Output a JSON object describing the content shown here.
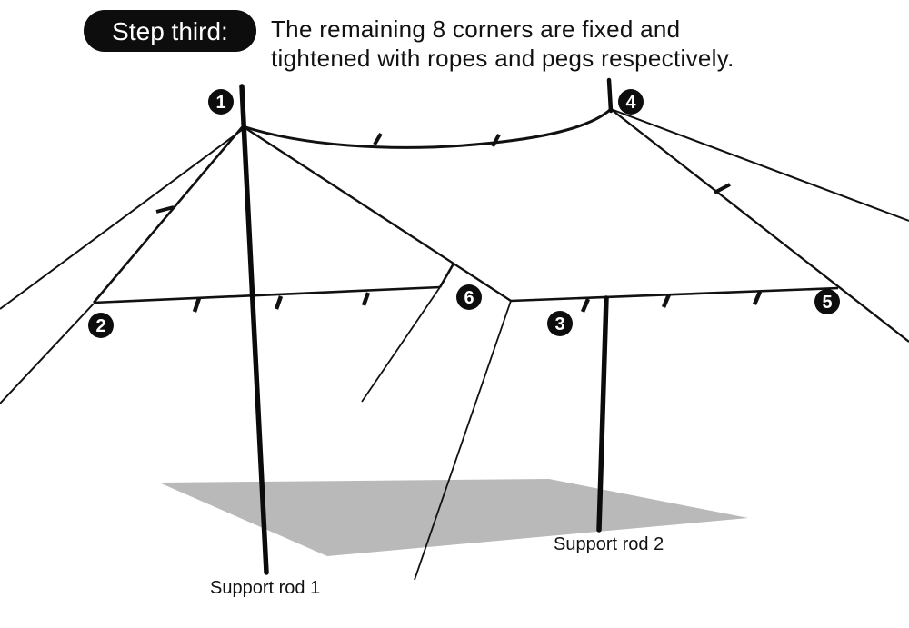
{
  "header": {
    "step_label": "Step third:",
    "description_line1": "The remaining 8 corners are fixed and",
    "description_line2": "tightened with ropes and pegs respectively."
  },
  "diagram": {
    "markers": [
      {
        "label": "1"
      },
      {
        "label": "2"
      },
      {
        "label": "3"
      },
      {
        "label": "4"
      },
      {
        "label": "5"
      },
      {
        "label": "6"
      }
    ],
    "labels": {
      "support_rod_1": "Support rod 1",
      "support_rod_2": "Support rod 2"
    },
    "colors": {
      "line": "#111111",
      "shadow": "#b9b9b9",
      "background": "#ffffff",
      "badge_bg": "#0d0d0d",
      "badge_text": "#ffffff"
    }
  }
}
